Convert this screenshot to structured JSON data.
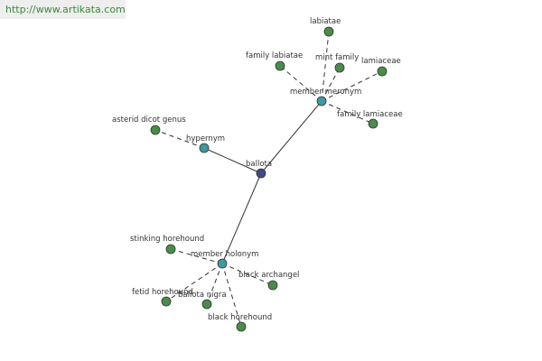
{
  "watermark": "http://www.artikata.com",
  "colors": {
    "root": "#3d4a8a",
    "relation": "#3d9aa0",
    "leaf": "#4a8c4a",
    "edge": "#333333"
  },
  "graph": {
    "root": "ballota",
    "relations": [
      "hypernym",
      "member meronym",
      "member holonym"
    ],
    "leaves": {
      "hypernym": [
        "asterid dicot genus"
      ],
      "member meronym": [
        "labiatae",
        "family labiatae",
        "mint family",
        "lamiaceae",
        "family lamiaceae"
      ],
      "member holonym": [
        "stinking horehound",
        "black archangel",
        "fetid horehound",
        "ballota nigra",
        "black horehound"
      ]
    }
  }
}
